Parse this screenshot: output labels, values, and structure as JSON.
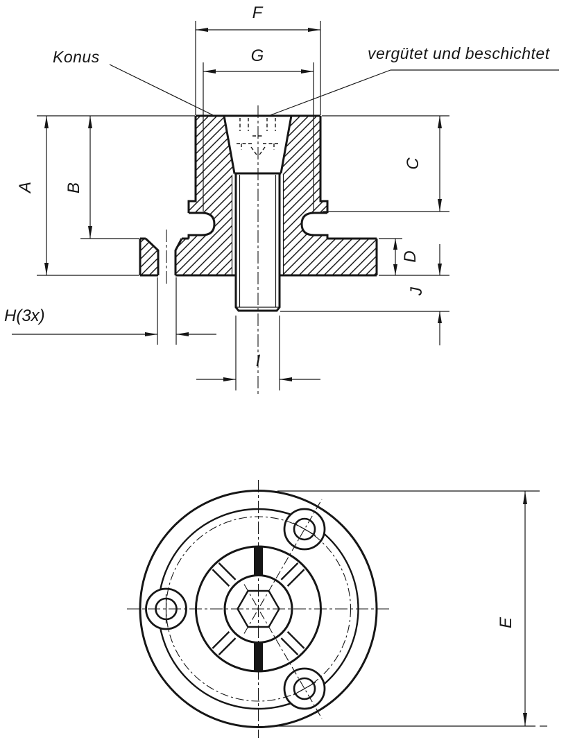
{
  "drawing": {
    "dims": {
      "f": "F",
      "g": "G",
      "a": "A",
      "b": "B",
      "c": "C",
      "d": "D",
      "e": "E",
      "h": "H(3x)",
      "i": "I",
      "j": "J"
    },
    "notes": {
      "cone_label": "Konus",
      "treatment_note": "vergütet und beschichtet"
    },
    "colors": {
      "line": "#161616",
      "background": "#ffffff"
    }
  }
}
